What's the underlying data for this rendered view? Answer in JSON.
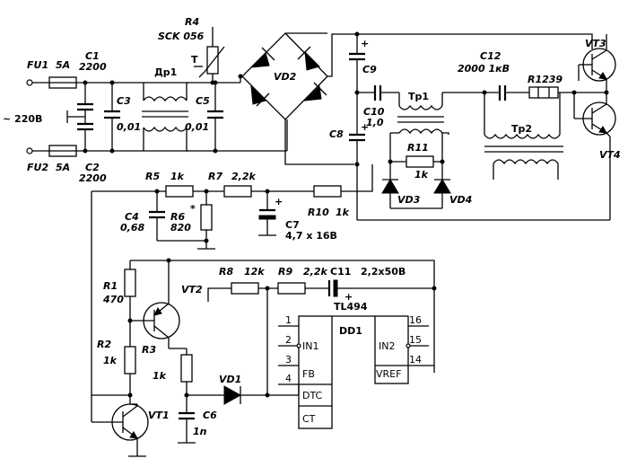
{
  "labels": {
    "fu1": "FU1",
    "fu1_val": "5A",
    "fu2": "FU2",
    "fu2_val": "5A",
    "mains": "~ 220В",
    "c1": "C1",
    "c1_val": "2200",
    "c2": "C2",
    "c2_val": "2200",
    "c3": "C3",
    "c3_val": "0,01",
    "dr1": "Др1",
    "c5": "C5",
    "c5_val": "0,01",
    "r4": "R4",
    "r4_val": "SCK 056",
    "r4_t": "T",
    "vd2": "VD2",
    "c9": "C9",
    "c8": "C8",
    "c10": "C10",
    "c10_val": "1,0",
    "tr1": "Тр1",
    "c12": "C12",
    "c12_val": "2000   1кВ",
    "r1239": "R1239",
    "tr2": "Тр2",
    "vt3": "VT3",
    "vt4": "VT4",
    "r11": "R11",
    "r11_val": "1k",
    "vd3": "VD3",
    "vd4": "VD4",
    "r5": "R5",
    "r5_val": "1k",
    "r7": "R7",
    "r7_val": "2,2k",
    "r10": "R10",
    "r10_val": "1k",
    "c4": "C4",
    "c4_val": "0,68",
    "r6": "R6",
    "r6_val": "820",
    "r6_star": "*",
    "c7": "C7",
    "c7_val": "4,7 x 16В",
    "r1": "R1",
    "r1_val": "470",
    "r2": "R2",
    "r2_val": "1k",
    "r3": "R3",
    "r3_val": "1k",
    "vt1": "VT1",
    "c6": "C6",
    "c6_val": "1n",
    "vd1": "VD1",
    "vt2": "VT2",
    "r8": "R8",
    "r8_val": "12k",
    "r9": "R9",
    "r9_val": "2,2k",
    "c11": "C11",
    "c11_val": "2,2x50В",
    "tl494": "TL494",
    "dd1": "DD1",
    "plus": "+"
  },
  "ic_pins_left": [
    {
      "num": "1",
      "name": ""
    },
    {
      "num": "2",
      "name": "IN1"
    },
    {
      "num": "3",
      "name": "FB"
    },
    {
      "num": "4",
      "name": "DTC"
    },
    {
      "num": "",
      "name": "CT"
    }
  ],
  "ic_pins_right": [
    {
      "num": "16",
      "name": ""
    },
    {
      "num": "15",
      "name": "IN2"
    },
    {
      "num": "14",
      "name": "VREF"
    }
  ]
}
